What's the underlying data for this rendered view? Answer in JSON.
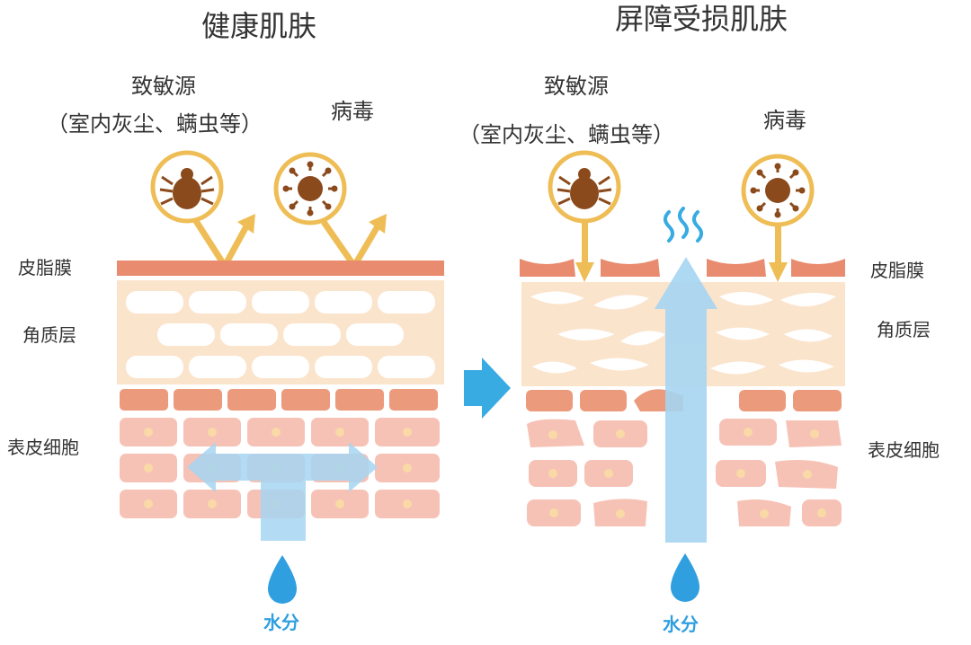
{
  "healthy": {
    "title": "健康肌肤",
    "allergen_label": "致敏源",
    "allergen_detail": "（室内灰尘、螨虫等）",
    "virus_label": "病毒",
    "layers": {
      "sebum": "皮脂膜",
      "stratum_corneum": "角质层",
      "epidermal_cells": "表皮细胞"
    },
    "water_label": "水分"
  },
  "damaged": {
    "title": "屏障受损肌肤",
    "allergen_label": "致敏源",
    "allergen_detail": "（室内灰尘、螨虫等）",
    "virus_label": "病毒",
    "layers": {
      "sebum": "皮脂膜",
      "stratum_corneum": "角质层",
      "epidermal_cells": "表皮细胞"
    },
    "water_label": "水分"
  },
  "colors": {
    "sebum": "#e98b6e",
    "stratum_corneum": "#fbe4cc",
    "upper_cell": "#ec9a7c",
    "lower_cell": "#f7c2b6",
    "nucleus": "#f9d9a6",
    "arrow_gold": "#efbd55",
    "water_blue": "#2f9fe0",
    "water_arrow": "#a6d5f2",
    "transition_arrow": "#38abe3"
  },
  "icons": [
    "mite-icon",
    "virus-icon",
    "water-drop-icon",
    "evaporation-icon",
    "transition-arrow-icon"
  ]
}
